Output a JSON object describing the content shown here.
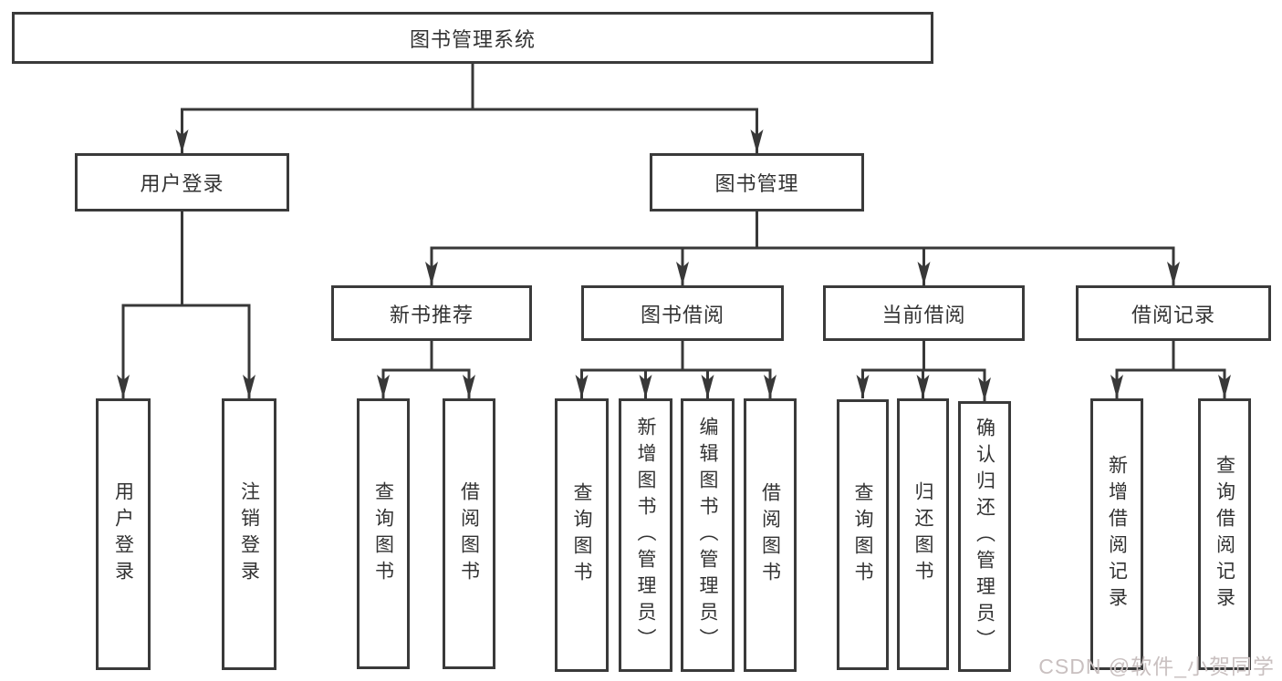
{
  "root_label": "图书管理系统",
  "user": {
    "label": "用户登录",
    "leaves": [
      "用户登录",
      "注销登录"
    ]
  },
  "mgmt": {
    "label": "图书管理",
    "groups": [
      {
        "label": "新书推荐",
        "leaves": [
          "查询图书",
          "借阅图书"
        ]
      },
      {
        "label": "图书借阅",
        "leaves": [
          "查询图书",
          "新增图书（管理员）",
          "编辑图书（管理员）",
          "借阅图书"
        ]
      },
      {
        "label": "当前借阅",
        "leaves": [
          "查询图书",
          "归还图书",
          "确认归还（管理员）"
        ]
      },
      {
        "label": "借阅记录",
        "leaves": [
          "新增借阅记录",
          "查询借阅记录"
        ]
      }
    ]
  },
  "watermark": {
    "text": "CSDN @软件_小贺同学"
  },
  "colors": {
    "line": "#383838",
    "box_border": "#3a3a3a",
    "text": "#333333",
    "watermark": "#c9c0c0",
    "background": "#ffffff"
  }
}
